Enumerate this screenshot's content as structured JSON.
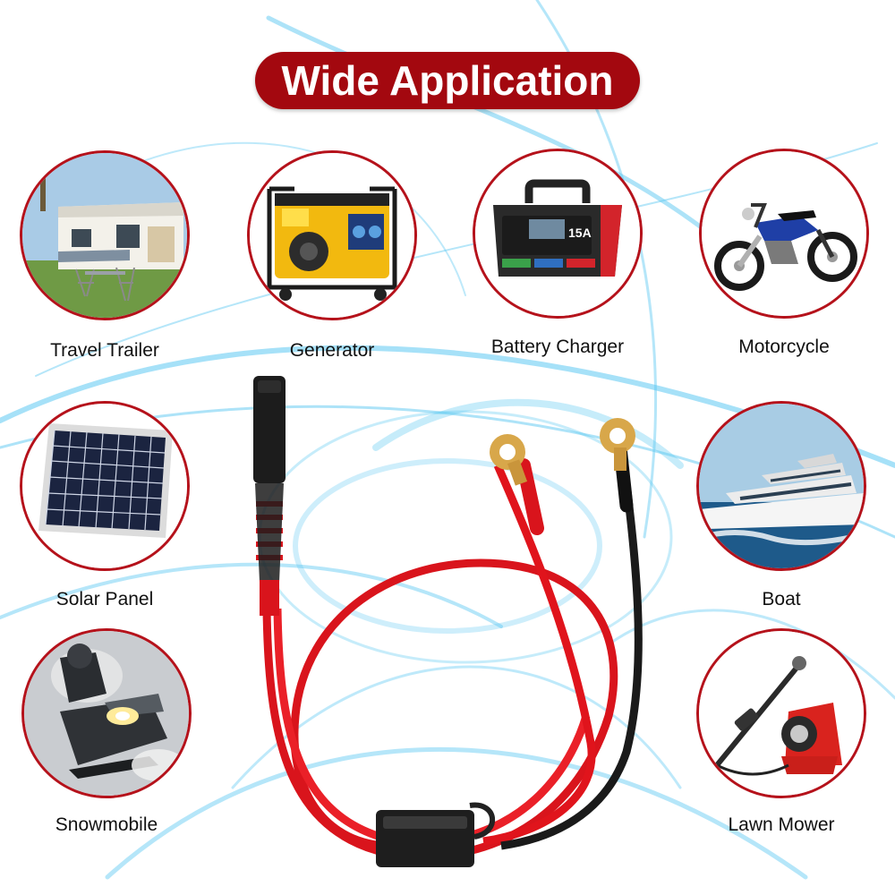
{
  "title": "Wide Application",
  "applications": [
    {
      "label": "Travel Trailer",
      "icon": "travel-trailer-image"
    },
    {
      "label": "Generator",
      "icon": "generator-image"
    },
    {
      "label": "Battery Charger",
      "icon": "battery-charger-image",
      "display_text": "15A"
    },
    {
      "label": "Motorcycle",
      "icon": "motorcycle-image"
    },
    {
      "label": "Solar Panel",
      "icon": "solar-panel-image"
    },
    {
      "label": "Boat",
      "icon": "boat-image"
    },
    {
      "label": "Snowmobile",
      "icon": "snowmobile-image"
    },
    {
      "label": "Lawn Mower",
      "icon": "lawn-mower-image"
    }
  ],
  "colors": {
    "accent": "#a3080f",
    "circle_border": "#b5121b",
    "light_streak": "#5cc8f2",
    "wire_red": "#e0141c",
    "wire_black": "#1a1a1a"
  }
}
